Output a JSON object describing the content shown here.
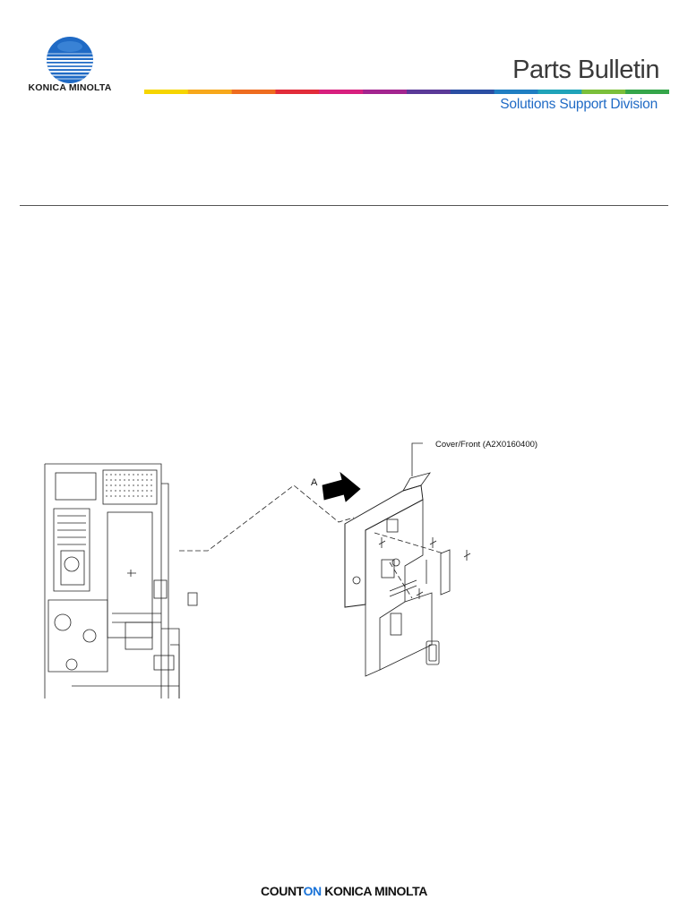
{
  "header": {
    "brand": "KONICA MINOLTA",
    "bulletin_title": "Parts Bulletin",
    "subtitle": "Solutions Support Division"
  },
  "figure": {
    "part_callout": "Cover/Front (A2X0160400)",
    "view_label": "A"
  },
  "footer": {
    "count": "COUNT",
    "on": "ON",
    "brand": "KONICA MINOLTA"
  },
  "colors": {
    "brand_blue": "#1f6ac5",
    "footer_on": "#1a73d8",
    "rainbow": [
      "#f6d500",
      "#f7a81b",
      "#ee6c1f",
      "#e22c3a",
      "#d8207e",
      "#a3258f",
      "#5b3a98",
      "#2b4ea3",
      "#1f7ec2",
      "#1fa3b9",
      "#7bbf3a",
      "#35a64a"
    ]
  }
}
